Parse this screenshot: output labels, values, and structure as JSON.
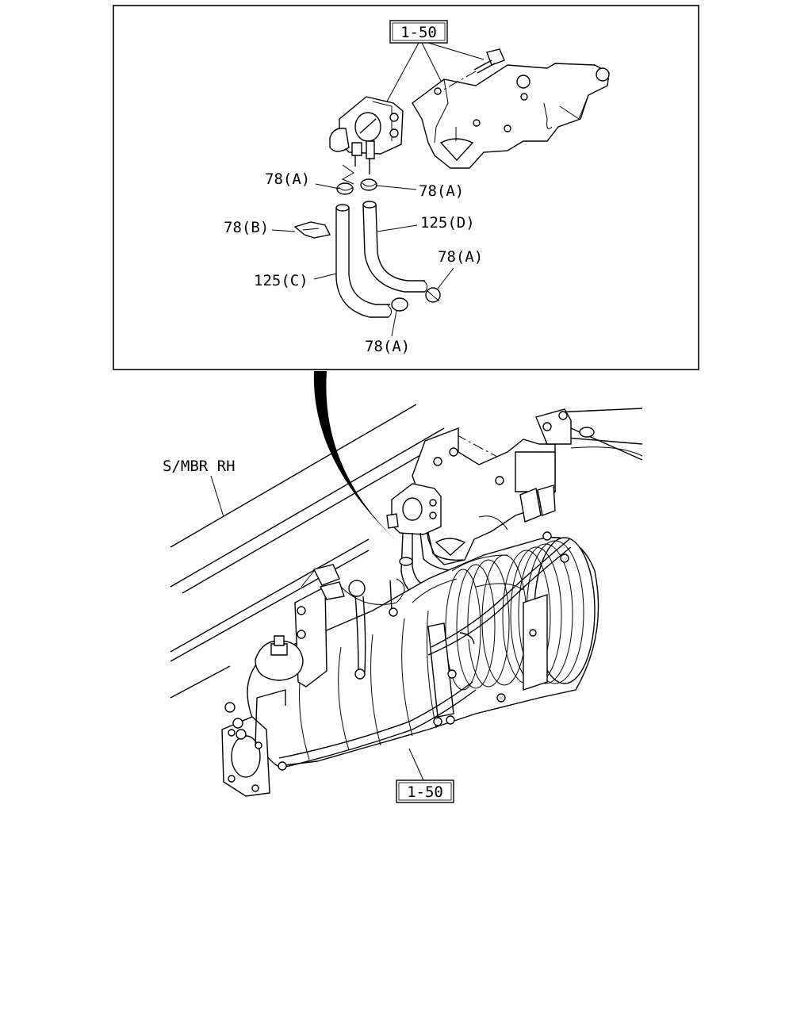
{
  "callouts": {
    "ref_top": "1-50",
    "ref_bottom": "1-50",
    "clip_a_1": "78(A)",
    "clip_a_2": "78(A)",
    "clip_a_3": "78(A)",
    "clip_a_4": "78(A)",
    "clip_b": "78(B)",
    "hose_c": "125(C)",
    "hose_d": "125(D)",
    "frame_label": "S/MBR RH"
  }
}
